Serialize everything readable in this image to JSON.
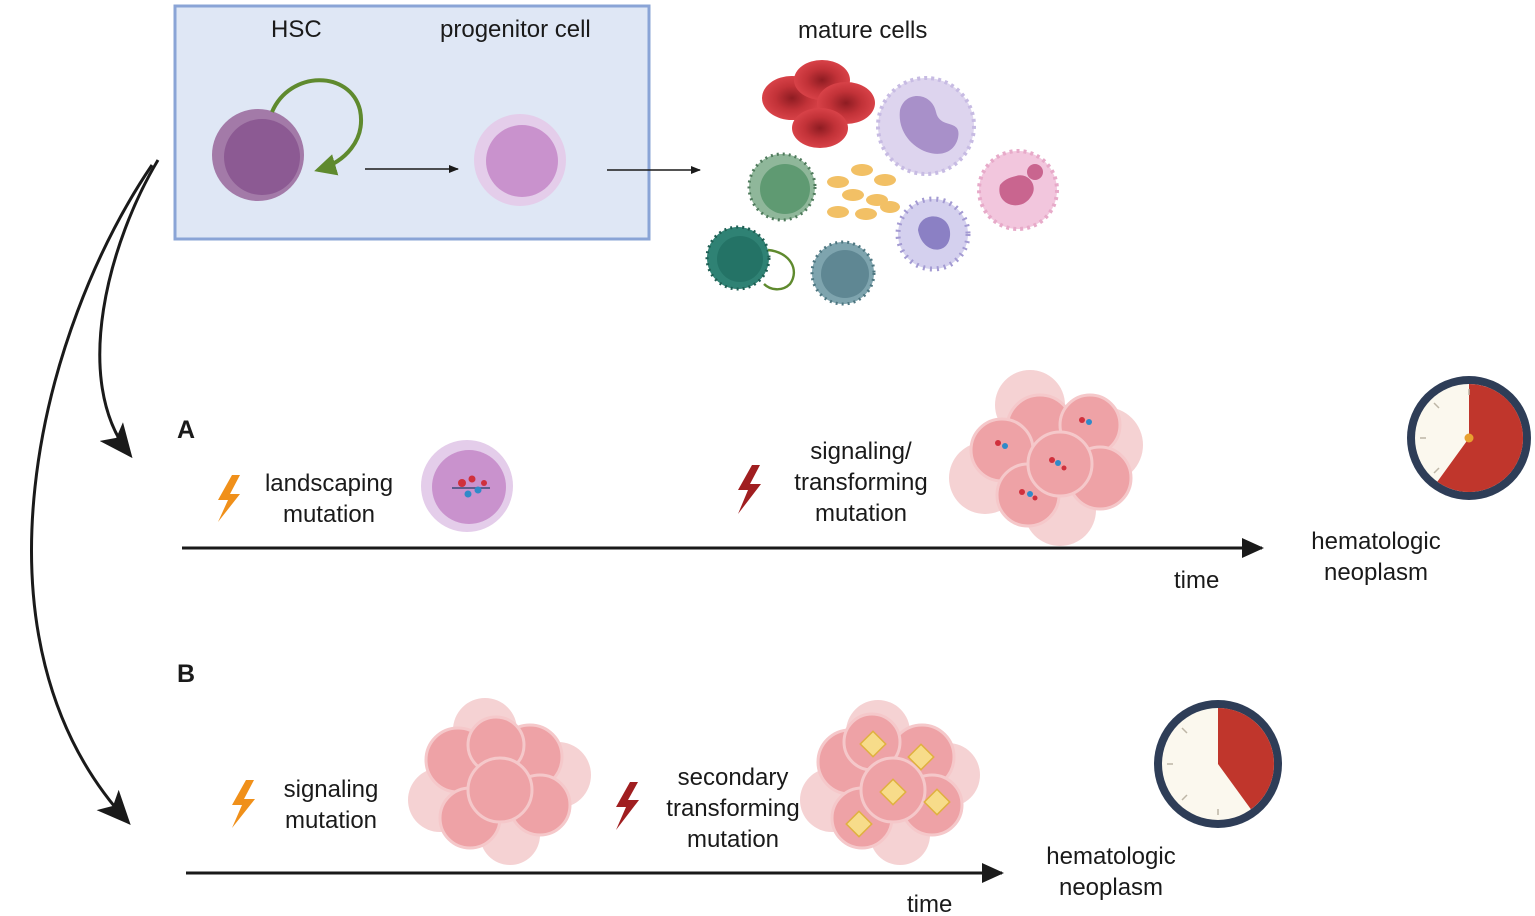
{
  "top": {
    "hsc_label": "HSC",
    "progenitor_label": "progenitor cell",
    "mature_label": "mature cells"
  },
  "panel_a": {
    "letter": "A",
    "first_mutation_line1": "landscaping",
    "first_mutation_line2": "mutation",
    "second_mutation_line1": "signaling/",
    "second_mutation_line2": "transforming",
    "second_mutation_line3": "mutation",
    "axis_label": "time",
    "outcome_line1": "hematologic",
    "outcome_line2": "neoplasm",
    "clock_fraction": 0.6
  },
  "panel_b": {
    "letter": "B",
    "first_mutation_line1": "signaling",
    "first_mutation_line2": "mutation",
    "second_mutation_line1": "secondary",
    "second_mutation_line2": "transforming",
    "second_mutation_line3": "mutation",
    "axis_label": "time",
    "outcome_line1": "hematologic",
    "outcome_line2": "neoplasm",
    "clock_fraction": 0.4
  },
  "colors": {
    "box_fill": "#dfe7f5",
    "box_stroke": "#8aa4d6",
    "hsc": "#8c5a93",
    "progenitor": "#d6b6de",
    "renewal_arrow": "#5f8a2e",
    "landscaping_bolt": "#f0901a",
    "transforming_bolt": "#a01e20",
    "clone": "#f0b2b4",
    "clock_fill": "#c0362c",
    "clock_face": "#fbf8ee",
    "clock_ring": "#2e3d57",
    "axis": "#1a1a1a",
    "mutation_marker": "#f7dc8a"
  }
}
